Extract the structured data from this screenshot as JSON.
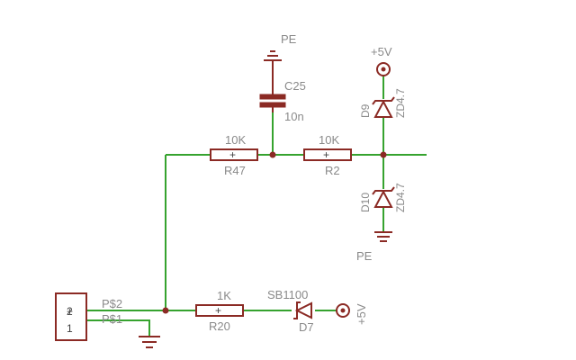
{
  "labels": {
    "pe_top": "PE",
    "c25_name": "C25",
    "c25_value": "10n",
    "vcc_top": "+5V",
    "d9_name": "D9",
    "d9_value": "ZD4.7",
    "d10_name": "D10",
    "d10_value": "ZD4.7",
    "pe_bottom": "PE",
    "r47_value": "10K",
    "r47_name": "R47",
    "r2_value": "10K",
    "r2_name": "R2",
    "r20_value": "1K",
    "r20_name": "R20",
    "d7_value": "SB1100",
    "d7_name": "D7",
    "vcc_right": "+5V",
    "pin2_label": "P$2",
    "pin1_label": "P$1",
    "conn_pin2": "2",
    "conn_pin1": "1",
    "plus_mark": "+"
  },
  "colors": {
    "wire": "#36a32f",
    "component": "#8b2a24",
    "label": "#8a8a8a"
  }
}
